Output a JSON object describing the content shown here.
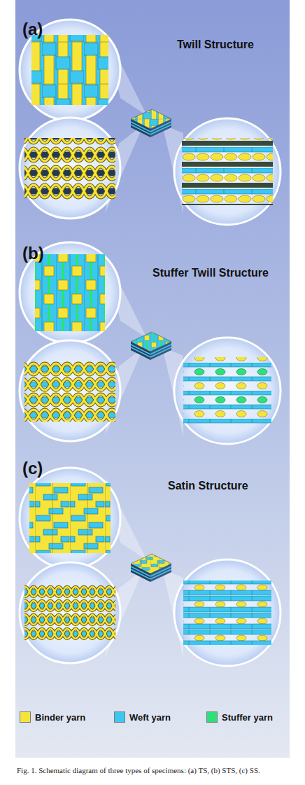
{
  "diagram": {
    "caption": "Fig. 1. Schematic diagram of three types of specimens: (a) TS, (b) STS, (c) SS.",
    "labels": [
      "(a)",
      "Twill Structure",
      "(b)",
      "Stuffer Twill Structure",
      "(c)",
      "Satin Structure"
    ],
    "legend": [
      {
        "text": "Binder yarn",
        "color": "#f5e43a"
      },
      {
        "text": "Weft yarn",
        "color": "#3cc7f0"
      },
      {
        "text": "Stuffer yarn",
        "color": "#2ee07a"
      }
    ]
  }
}
